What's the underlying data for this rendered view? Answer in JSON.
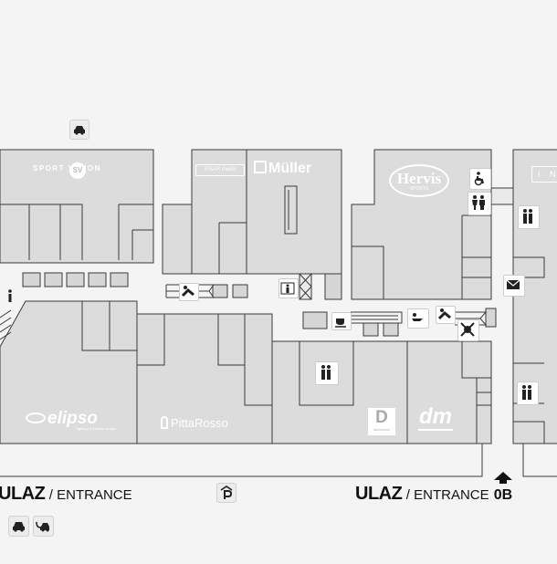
{
  "stores": {
    "sport_vision": "SPORT VISION",
    "sv_badge": "SV",
    "yisar_medic": "YISAR medic",
    "muller": "Müller",
    "hervis": "Hervis",
    "hervis_sub": "SPORTS",
    "elipso": "elipso",
    "elipso_sub": "lighting & interior design",
    "pittarosso": "PittaRosso",
    "deichmann_letter": "D",
    "deichmann_sub": "DEICHMANN",
    "dm": "dm",
    "edge_store": "I N"
  },
  "entrances": {
    "left_word": "ULAZ",
    "left_sub": "/ ENTRANCE",
    "right_word": "ULAZ",
    "right_sub": "/ ENTRANCE",
    "level": "0B"
  },
  "icons": [
    "car-icon",
    "parking-icon",
    "car-icon",
    "ev-charging-icon",
    "arrow-up-icon",
    "info-icon",
    "wheelchair-icon",
    "restroom-icon",
    "restroom-icon",
    "restroom-icon",
    "elevator-icon",
    "escalator-icon",
    "cafe-icon",
    "baby-care-icon",
    "stroller-icon",
    "mail-icon"
  ],
  "colors": {
    "store_fill": "#dcdcdc",
    "corridor": "#f4f4f4",
    "line": "#3a3a3a",
    "icon_dark": "#222222"
  }
}
